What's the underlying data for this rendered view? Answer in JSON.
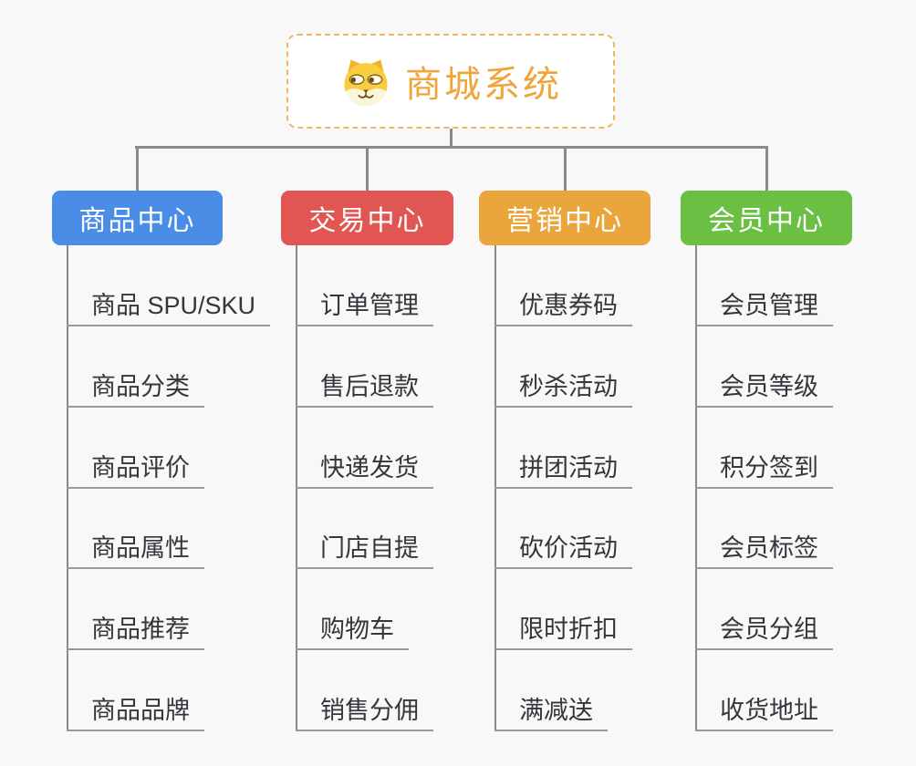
{
  "root": {
    "title": "商城系统",
    "icon": "shiba-dog-icon"
  },
  "branches": [
    {
      "label": "商品中心",
      "color": "#4a8de6",
      "children": [
        "商品 SPU/SKU",
        "商品分类",
        "商品评价",
        "商品属性",
        "商品推荐",
        "商品品牌"
      ]
    },
    {
      "label": "交易中心",
      "color": "#e15552",
      "children": [
        "订单管理",
        "售后退款",
        "快递发货",
        "门店自提",
        "购物车",
        "销售分佣"
      ]
    },
    {
      "label": "营销中心",
      "color": "#eaa63c",
      "children": [
        "优惠券码",
        "秒杀活动",
        "拼团活动",
        "砍价活动",
        "限时折扣",
        "满减送"
      ]
    },
    {
      "label": "会员中心",
      "color": "#6bbf43",
      "children": [
        "会员管理",
        "会员等级",
        "积分签到",
        "会员标签",
        "会员分组",
        "收货地址"
      ]
    }
  ],
  "colors": {
    "background": "#f8f8f8",
    "connector": "#8a8a8a",
    "leaf_underline": "#999999",
    "leaf_text": "#33373c",
    "root_text": "#f0a53a",
    "root_border": "#f0b55e"
  }
}
